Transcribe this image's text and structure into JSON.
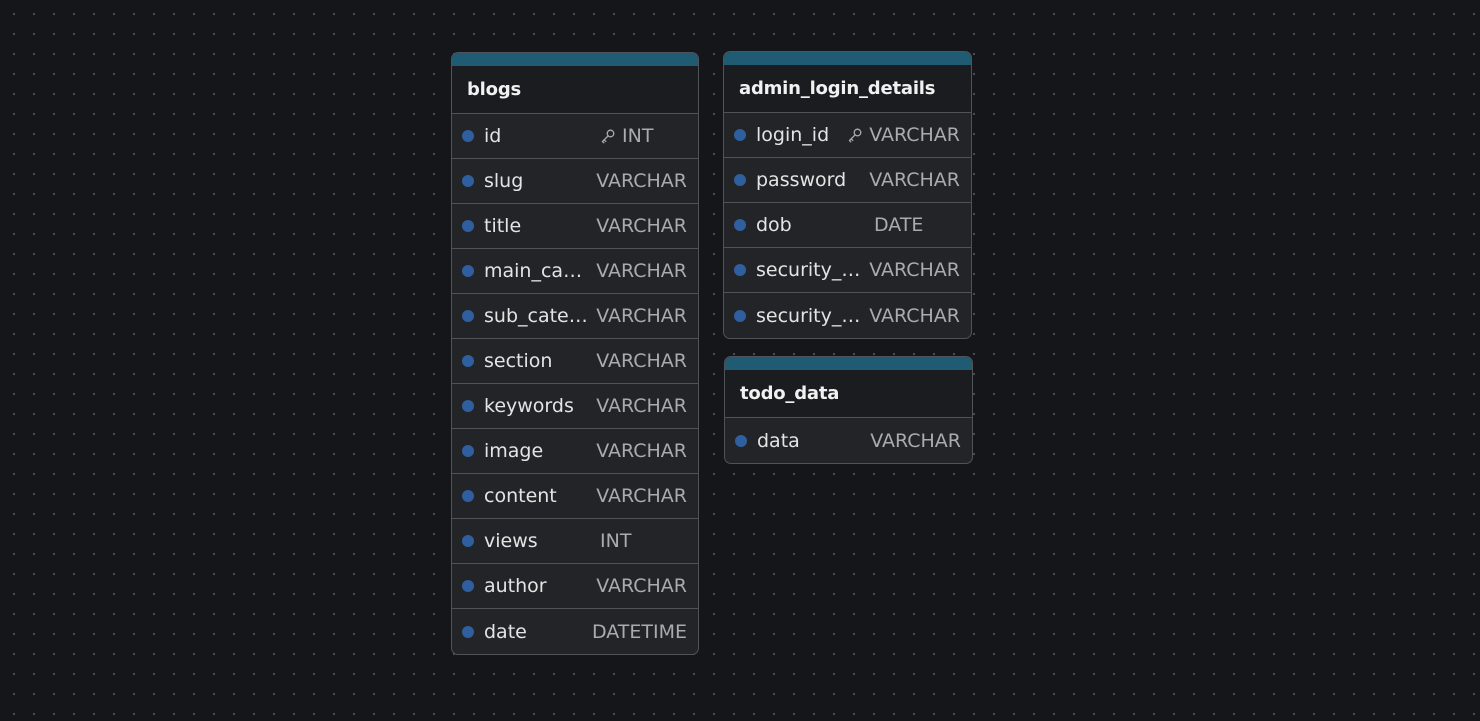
{
  "tables": [
    {
      "id": "blogs",
      "name": "blogs",
      "columns": [
        {
          "name": "id",
          "type": "INT",
          "primary_key": true
        },
        {
          "name": "slug",
          "type": "VARCHAR",
          "primary_key": false
        },
        {
          "name": "title",
          "type": "VARCHAR",
          "primary_key": false
        },
        {
          "name": "main_cate...",
          "type": "VARCHAR",
          "primary_key": false
        },
        {
          "name": "sub_categ...",
          "type": "VARCHAR",
          "primary_key": false
        },
        {
          "name": "section",
          "type": "VARCHAR",
          "primary_key": false
        },
        {
          "name": "keywords",
          "type": "VARCHAR",
          "primary_key": false
        },
        {
          "name": "image",
          "type": "VARCHAR",
          "primary_key": false
        },
        {
          "name": "content",
          "type": "VARCHAR",
          "primary_key": false
        },
        {
          "name": "views",
          "type": "INT",
          "primary_key": false
        },
        {
          "name": "author",
          "type": "VARCHAR",
          "primary_key": false
        },
        {
          "name": "date",
          "type": "DATETIME",
          "primary_key": false
        }
      ]
    },
    {
      "id": "admin",
      "name": "admin_login_details",
      "columns": [
        {
          "name": "login_id",
          "type": "VARCHAR",
          "primary_key": true
        },
        {
          "name": "password",
          "type": "VARCHAR",
          "primary_key": false
        },
        {
          "name": "dob",
          "type": "DATE",
          "primary_key": false
        },
        {
          "name": "security_q...",
          "type": "VARCHAR",
          "primary_key": false
        },
        {
          "name": "security_a...",
          "type": "VARCHAR",
          "primary_key": false
        }
      ]
    },
    {
      "id": "todo",
      "name": "todo_data",
      "columns": [
        {
          "name": "data",
          "type": "VARCHAR",
          "primary_key": false
        }
      ]
    }
  ],
  "colors": {
    "background": "#151619",
    "card": "#232427",
    "card_header": "#1b1c1f",
    "accent_bar": "#1f5b73",
    "column_dot": "#2f5f9e",
    "border": "#4f5257"
  },
  "icons": {
    "primary_key": "key-icon",
    "column_marker": "column-dot-icon"
  }
}
